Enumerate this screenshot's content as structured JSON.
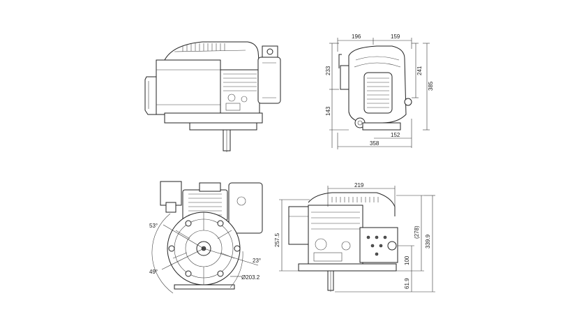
{
  "drawing": {
    "top_right_view": {
      "dims": {
        "width_left": "196",
        "width_right": "159",
        "height_upper": "233",
        "height_lower": "143",
        "height_right_a": "241",
        "height_right_b": "385",
        "base_offset": "152",
        "overall_width": "358"
      }
    },
    "bottom_left_view": {
      "dims": {
        "angle_upper": "53°",
        "angle_lower": "49°",
        "angle_right": "23°",
        "bolt_circle": "Ø203.2"
      }
    },
    "bottom_right_view": {
      "dims": {
        "top_width": "219",
        "left_height": "257.5",
        "ref_height": "(278)",
        "overall_height": "339.9",
        "shaft_center": "100",
        "shaft_length": "61.9"
      }
    }
  }
}
